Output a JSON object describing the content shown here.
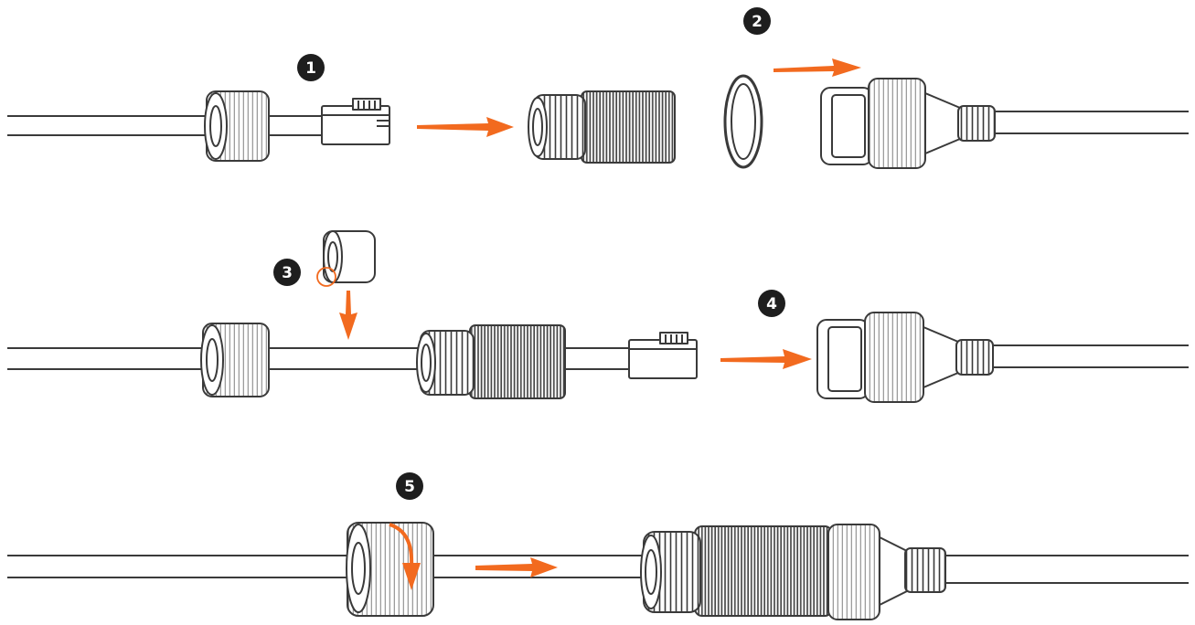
{
  "diagram": {
    "steps": [
      {
        "number": "1"
      },
      {
        "number": "2"
      },
      {
        "number": "3"
      },
      {
        "number": "4"
      },
      {
        "number": "5"
      }
    ]
  },
  "colors": {
    "accent": "#F26A1F",
    "ink": "#3a3a3a",
    "badge": "#1e1e1e",
    "knurl": "#555555",
    "background": "#ffffff"
  }
}
